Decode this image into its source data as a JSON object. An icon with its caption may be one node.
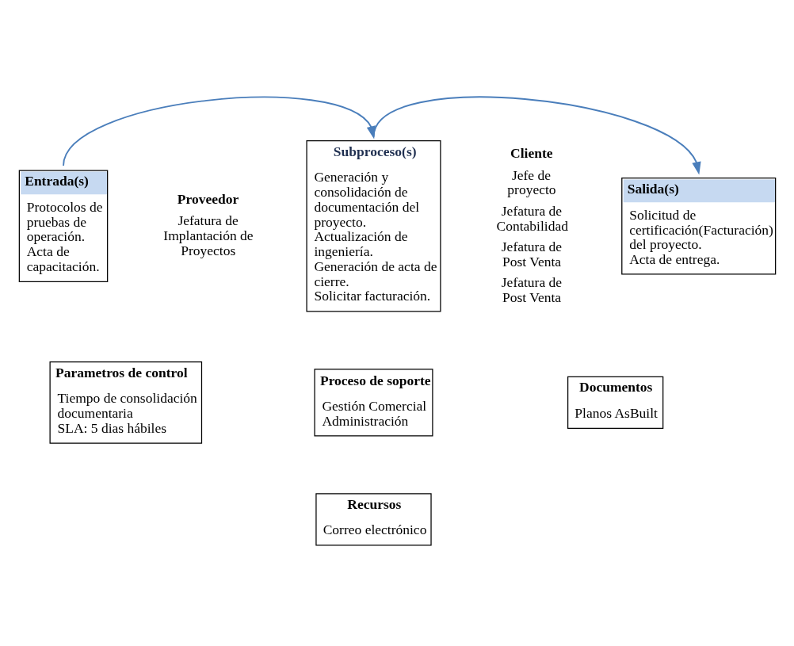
{
  "diagram": {
    "nodes": [
      {
        "text": [
          "Entrada(s)",
          "Protocolos de pruebas de operación.",
          "Acta de capacitación."
        ]
      },
      {
        "text": [
          "Subproceso(s)",
          "Generación y consolidación de documentación del proyecto.",
          "Actualización de ingeniería.",
          "Generación de acta de cierre.",
          "Solicitar facturación."
        ]
      },
      {
        "text": [
          "Salida(s)",
          "Solicitud de certificación(Facturación) del proyecto.",
          "Acta de entrega."
        ]
      },
      {
        "text": [
          "Parametros de control",
          "Tiempo de consolidación documentaria",
          "SLA: 5 dias hábiles"
        ]
      },
      {
        "text": [
          "Proceso de soporte",
          "Gestión Comercial",
          "Administración"
        ]
      },
      {
        "text": [
          "Documentos",
          "Planos AsBuilt"
        ]
      },
      {
        "text": [
          "Recursos",
          "Correo electrónico"
        ]
      }
    ],
    "edges": [
      {
        "from": 0,
        "to": 1,
        "arrow": "to"
      },
      {
        "from": 1,
        "to": 2,
        "arrow": "to"
      }
    ],
    "labels": [
      "Proveedor",
      "Jefatura de Implantación de Proyectos",
      "Cliente",
      "Jefe de proyecto",
      "Jefatura de Contabilidad",
      "Jefatura de Post Venta",
      "Jefatura de Post Venta"
    ]
  }
}
